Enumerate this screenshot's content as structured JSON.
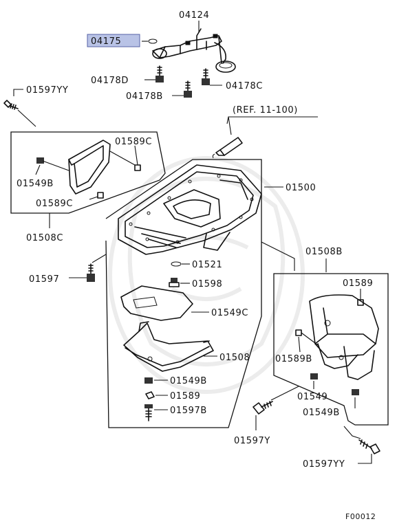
{
  "diagram": {
    "figure_code": "F00012",
    "reference": "(REF. 11-100)",
    "highlighted_part": "04175",
    "labels": {
      "p04124": "04124",
      "p04175": "04175",
      "p04178d": "04178D",
      "p04178c": "04178C",
      "p04178b": "04178B",
      "p01597yy_top": "01597YY",
      "p01589c_a": "01589C",
      "p01549b_a": "01549B",
      "p01589c_b": "01589C",
      "p01508c": "01508C",
      "p01500": "01500",
      "p01597_left": "01597",
      "p01521": "01521",
      "p01598": "01598",
      "p01549c": "01549C",
      "p01508": "01508",
      "p01549b_mid": "01549B",
      "p01589_mid": "01589",
      "p01597b": "01597B",
      "p01508b": "01508B",
      "p01589_right": "01589",
      "p01589b": "01589B",
      "p01549": "01549",
      "p01549b_right": "01549B",
      "p01597y": "01597Y",
      "p01597yy_bottom": "01597YY"
    },
    "colors": {
      "highlight": "#b9c3e6",
      "line": "#111111"
    }
  }
}
